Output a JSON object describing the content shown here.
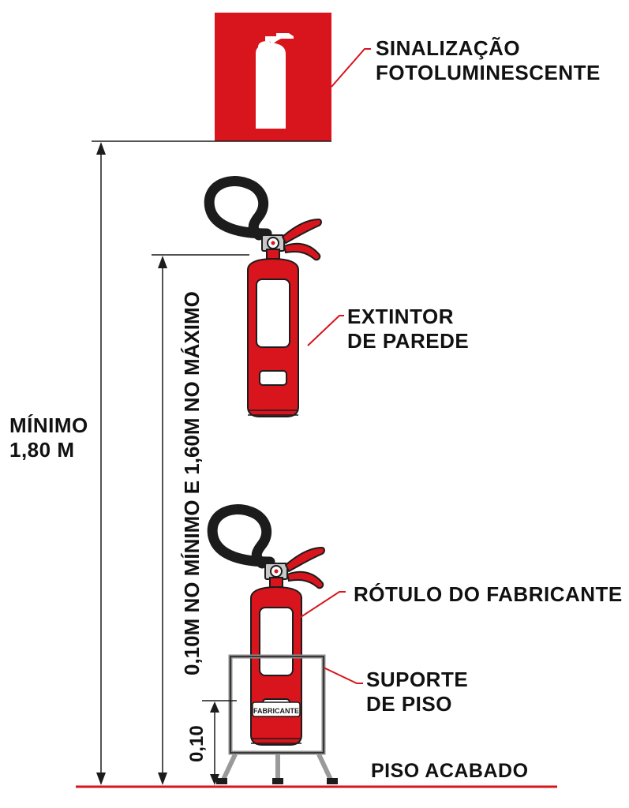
{
  "colors": {
    "accent": "#d8141c",
    "dark": "#1c1c1c",
    "white": "#ffffff",
    "gray": "#a9a9a9"
  },
  "labels": {
    "signage_line1": "SINALIZAÇÃO",
    "signage_line2": "FOTOLUMINESCENTE",
    "wall_line1": "EXTINTOR",
    "wall_line2": "DE PAREDE",
    "min_line1": "MÍNIMO",
    "min_line2": "1,80 M",
    "height_range": "0,10M NO MÍNIMO E 1,60M NO MÁXIMO",
    "label_manufacturer": "RÓTULO DO FABRICANTE",
    "stand_line1": "SUPORTE",
    "stand_line2": "DE PISO",
    "ground_gap": "0,10",
    "floor": "PISO ACABADO",
    "brand_tag": "FABRICANTE"
  },
  "icons": {
    "sign": "fire-extinguisher-sign-icon",
    "extinguisher": "fire-extinguisher-icon"
  }
}
